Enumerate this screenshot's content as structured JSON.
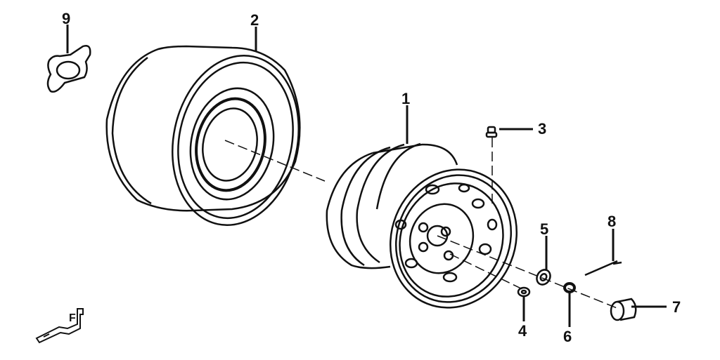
{
  "diagram": {
    "callouts": {
      "rim": "1",
      "tire": "2",
      "valve": "3",
      "lug_nut": "4",
      "washer": "5",
      "axle_nut": "6",
      "hub_cap": "7",
      "cotter_pin": "8",
      "spacer": "9"
    },
    "front_marker": "F",
    "line_color": "#111111",
    "background": "#ffffff"
  }
}
